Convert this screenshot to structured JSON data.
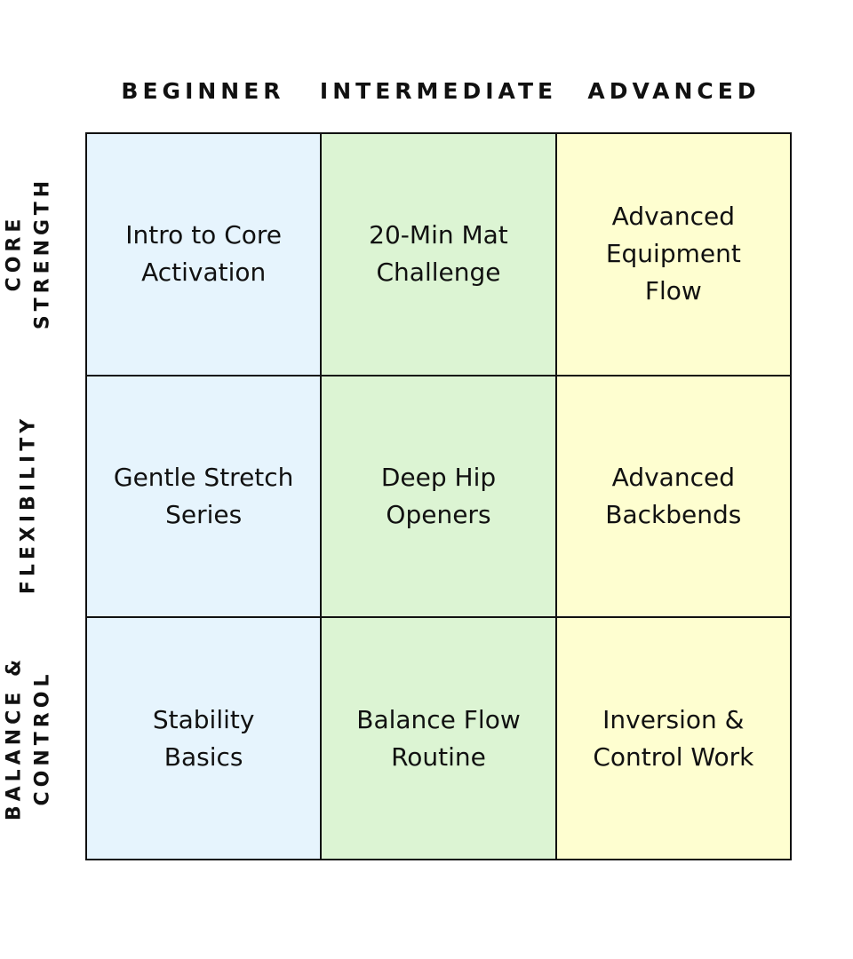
{
  "columns": [
    "BEGINNER",
    "INTERMEDIATE",
    "ADVANCED"
  ],
  "rows": [
    {
      "label_lines": [
        "CORE",
        "STRENGTH"
      ]
    },
    {
      "label_lines": [
        "FLEXIBILITY"
      ]
    },
    {
      "label_lines": [
        "BALANCE &",
        "CONTROL"
      ]
    }
  ],
  "cells": [
    [
      "Intro to Core Activation",
      "20-Min Mat Challenge",
      "Advanced Equipment Flow"
    ],
    [
      "Gentle Stretch Series",
      "Deep Hip Openers",
      "Advanced Backbends"
    ],
    [
      "Stability Basics",
      "Balance Flow Routine",
      "Inversion & Control Work"
    ]
  ],
  "colors": {
    "beginner": "#e6f4fd",
    "intermediate": "#dcf4d3",
    "advanced": "#fefed0",
    "border": "#111111"
  }
}
